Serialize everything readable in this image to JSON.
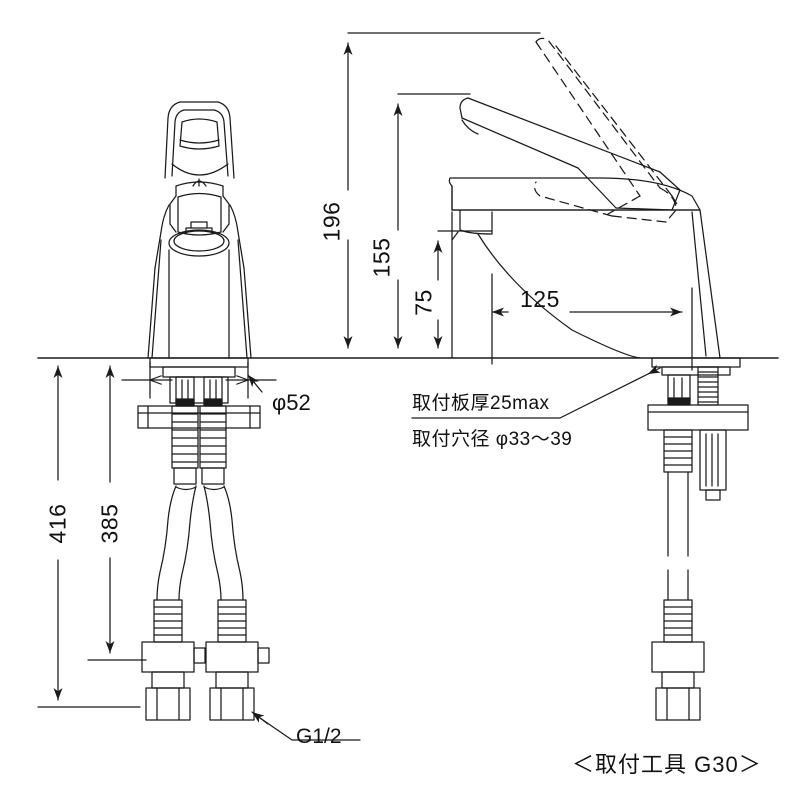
{
  "drawing": {
    "kind": "technical-dimension-drawing",
    "subject": "single-lever basin faucet",
    "views": [
      "front-elevation",
      "side-elevation"
    ],
    "line_color": "#1a1a1a",
    "background_color": "#ffffff"
  },
  "dimensions": {
    "overall_height_open": "196",
    "spout_height": "155",
    "body_height": "75",
    "spout_reach": "125",
    "base_diameter": "φ52",
    "total_length": "416",
    "hose_length": "385"
  },
  "notes": {
    "deck_thickness": "取付板厚25max",
    "hole_diameter": "取付穴径 φ33〜39",
    "thread": "G1/2"
  },
  "caption": {
    "text": "＜取付工具 G30＞"
  },
  "icons": {
    "arrow": "arrow-head-icon",
    "leader": "leader-line-icon"
  }
}
